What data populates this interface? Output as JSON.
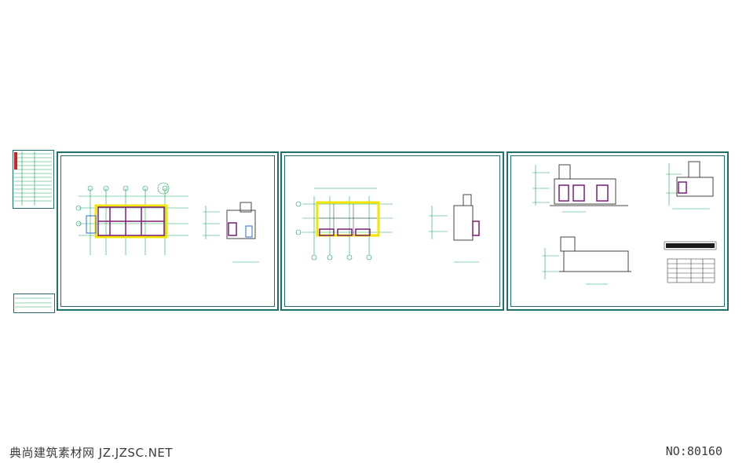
{
  "watermark": {
    "site": "典尚建筑素材网 JZ.JZSC.NET",
    "number": "NO:80160"
  },
  "colors": {
    "frame": "#1f6f6a",
    "line": "#1aa35a",
    "wall": "#7a1f7a",
    "highlight": "#f2e600",
    "accent": "#2a6fd6"
  },
  "sheets": [
    {
      "name": "sheet-1",
      "drawing": "floor-plan-and-elevation"
    },
    {
      "name": "sheet-2",
      "drawing": "roof-plan-and-section"
    },
    {
      "name": "sheet-3",
      "drawing": "elevations-and-schedule"
    }
  ]
}
